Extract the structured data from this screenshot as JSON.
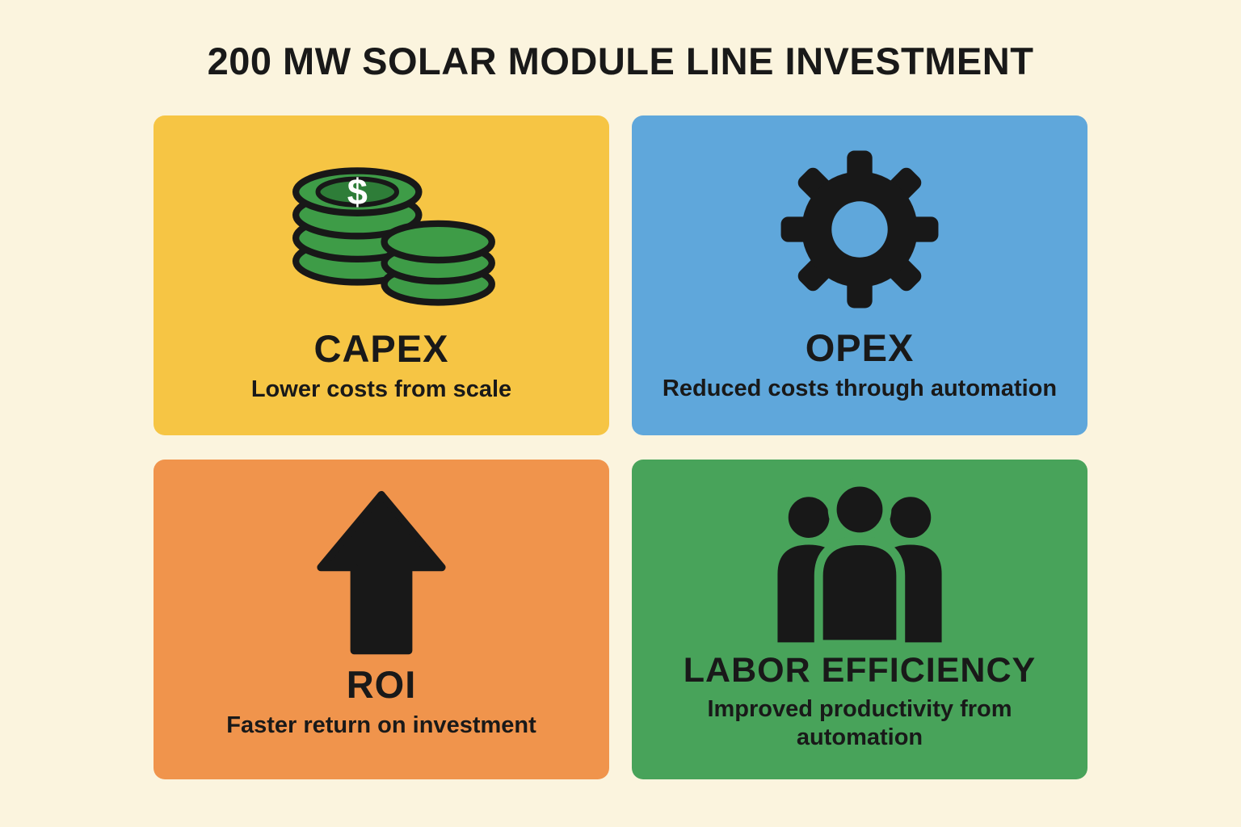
{
  "title": "200 MW SOLAR MODULE LINE INVESTMENT",
  "cards": [
    {
      "heading": "CAPEX",
      "subtext": "Lower costs from scale",
      "icon": "coins-icon"
    },
    {
      "heading": "OPEX",
      "subtext": "Reduced costs through automation",
      "icon": "gear-icon"
    },
    {
      "heading": "ROI",
      "subtext": "Faster return on investment",
      "icon": "arrow-up-icon"
    },
    {
      "heading": "LABOR EFFICIENCY",
      "subtext": "Improved productivity from automation",
      "icon": "people-icon"
    }
  ],
  "icons": {
    "coin_symbol": "$"
  },
  "colors": {
    "page_bg": "#FBF4DE",
    "capex": "#F6C544",
    "opex": "#5FA7DB",
    "roi": "#F0944C",
    "labor": "#48A35A",
    "ink": "#191919",
    "icon_black": "#181818",
    "coin": "#3E9C47",
    "coin_dark": "#2E7D38",
    "coin_symbol_color": "#FFFFFF"
  }
}
